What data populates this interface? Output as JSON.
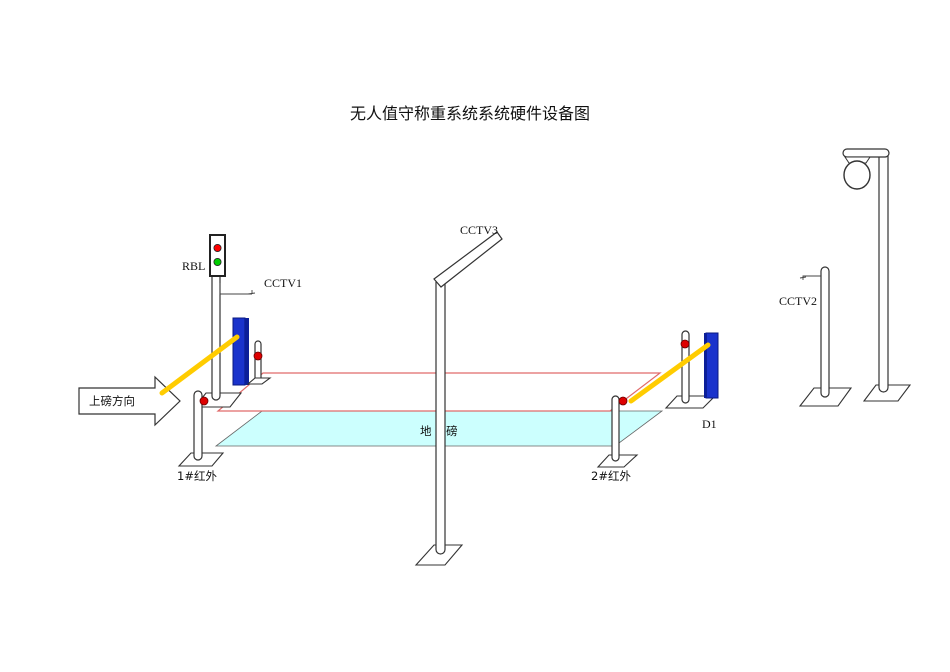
{
  "title": "无人值守称重系统系统硬件设备图",
  "labels": {
    "rbl": "RBL",
    "cctv1": "CCTV1",
    "cctv2": "CCTV2",
    "cctv3": "CCTV3",
    "d1": "D1",
    "ir1": "1#红外",
    "ir2": "2#红外",
    "scale": "地    磅",
    "direction": "上磅方向"
  },
  "colors": {
    "scale_fill": "#ccfffe",
    "scale_outline": "#e06a6a",
    "barrier_arm": "#ffcc00",
    "barrier_box": "#1a33cc",
    "traffic_red": "#ff0000",
    "traffic_green": "#00cc00",
    "ir_sensor": "#dd0000"
  }
}
